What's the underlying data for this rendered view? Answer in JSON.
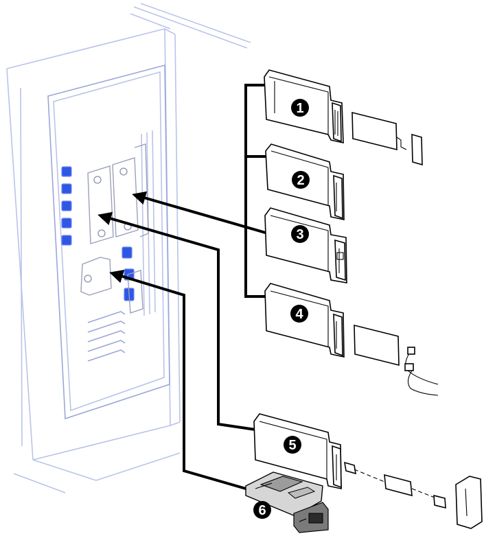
{
  "diagram": {
    "colors": {
      "cabinet_line": "#b9c3ea",
      "slot_fill": "#2e57e6",
      "ink": "#000000",
      "badge": "#000000",
      "badge_text": "#ffffff"
    },
    "callouts": [
      {
        "id": "1",
        "label": "1"
      },
      {
        "id": "2",
        "label": "2"
      },
      {
        "id": "3",
        "label": "3"
      },
      {
        "id": "4",
        "label": "4"
      },
      {
        "id": "5",
        "label": "5"
      },
      {
        "id": "6",
        "label": "6"
      }
    ]
  }
}
